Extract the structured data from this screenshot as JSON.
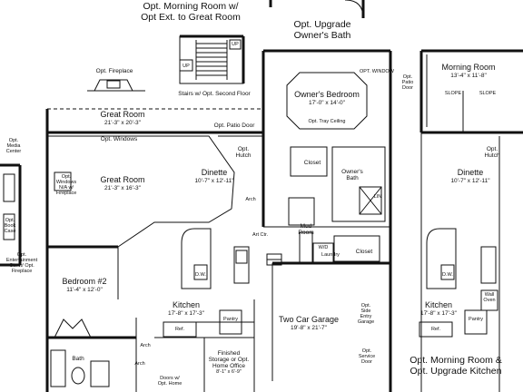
{
  "header": {
    "morning_room_line1": "Opt. Morning Room w/",
    "morning_room_line2": "Opt Ext. to Great Room",
    "owners_bath_line1": "Opt. Upgrade",
    "owners_bath_line2": "Owner's Bath",
    "alt_caption_line1": "Opt. Morning Room &",
    "alt_caption_line2": "Opt. Upgrade Kitchen"
  },
  "rooms": {
    "great_room_ext": {
      "name": "Great Room",
      "dims": "21'-3\" x 20'-3\""
    },
    "great_room": {
      "name": "Great Room",
      "dims": "21'-3\" x 16'-3\""
    },
    "owners_bedroom": {
      "name": "Owner's Bedroom",
      "dims": "17'-0\" x 14'-0\""
    },
    "dinette": {
      "name": "Dinette",
      "dims": "10'-7\" x 12'-11\""
    },
    "bedroom2": {
      "name": "Bedroom #2",
      "dims": "11'-4\" x 12'-0\""
    },
    "kitchen": {
      "name": "Kitchen",
      "dims": "17'-8\" x 17'-3\""
    },
    "garage": {
      "name": "Two Car Garage",
      "dims": "19'-8\" x 21'-7\""
    },
    "storage_line1": "Finished",
    "storage_line2": "Storage or Opt.",
    "storage_line3": "Home Office",
    "storage_dims": "8'-1\" x 6'-9\"",
    "morning_room": {
      "name": "Morning Room",
      "dims": "13'-4\" x 11'-8\""
    },
    "dinette_alt": {
      "name": "Dinette",
      "dims": "10'-7\" x 12'-11\""
    },
    "kitchen_alt": {
      "name": "Kitchen",
      "dims": "17'-8\" x 17'-3\""
    }
  },
  "labels": {
    "opt_fireplace": "Opt. Fireplace",
    "up1": "UP",
    "up2": "UP",
    "stairs": "Stairs w/ Opt. Second Floor",
    "opt_patio_door": "Opt. Patio Door",
    "opt_windows": "Opt. Windows",
    "tray_ceiling": "Opt. Tray Ceiling",
    "opt_hutch": "Opt.",
    "hutch": "Hutch",
    "opt_hutch_alt": "Opt.",
    "hutch_alt": "Hutch",
    "closet1": "Closet",
    "closet2": "Closet",
    "owners_bath1": "Owner's",
    "owners_bath2": "Bath",
    "mud_room1": "Mud",
    "mud_room2": "Room",
    "laundry": "Laundry",
    "wd": "W/D",
    "arch1": "Arch",
    "arch2": "Arch",
    "arch3": "Arch",
    "pantry": "Pantry",
    "pantry_alt": "Pantry",
    "dw": "D.W.",
    "dw_alt": "D.W.",
    "ref": "Ref.",
    "ref_alt": "Ref.",
    "wall_oven1": "Wall",
    "wall_oven2": "Oven",
    "side_entry": [
      "Opt.",
      "Side",
      "Entry",
      "Garage"
    ],
    "service_door": [
      "Opt.",
      "Service",
      "Door"
    ],
    "doors_w_opt": [
      "Doors w/",
      "Opt. Home"
    ],
    "bath": "Bath",
    "media": [
      "Opt.",
      "Media",
      "Center"
    ],
    "book_case": [
      "Opt.",
      "Book",
      "Case"
    ],
    "ent_ctr": [
      "Opt.",
      "Entertainment",
      "Ctr. w/ Opt.",
      "Fireplace"
    ],
    "win_gr": [
      "Opt.",
      "Windows",
      "N/A w/",
      "Fireplace"
    ],
    "opt_window": "OPT. WINDOW",
    "patio_door_alt": [
      "Opt.",
      "Patio",
      "Door"
    ],
    "slope1": "SLOPE",
    "slope2": "SLOPE",
    "art_ctr": "Art Ctr.",
    "lin": "LIN"
  }
}
